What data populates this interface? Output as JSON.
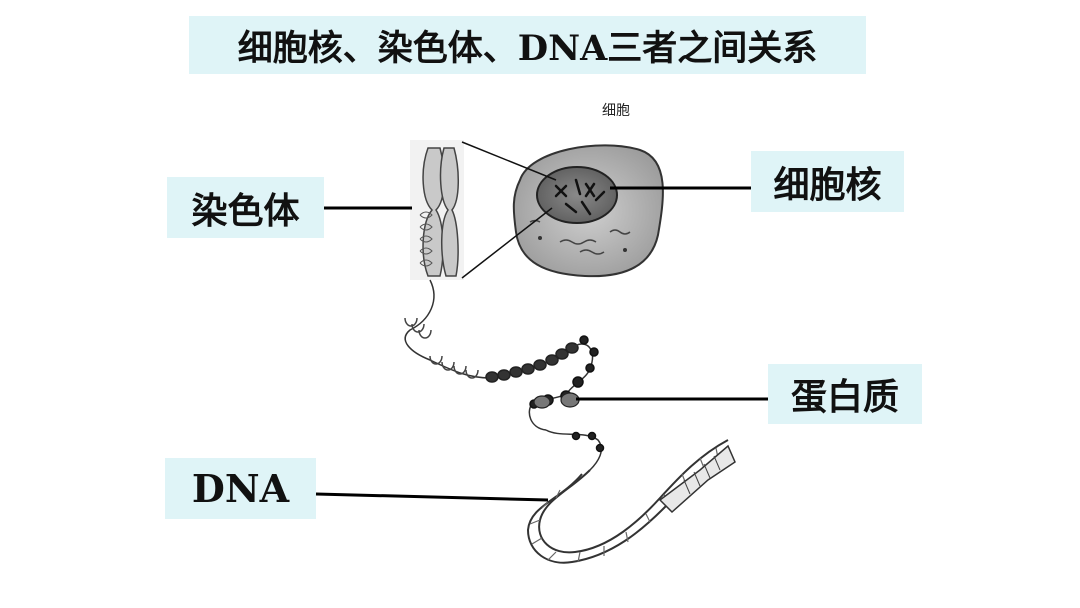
{
  "title": "细胞核、染色体、DNA三者之间关系",
  "labels": {
    "cell": "细胞",
    "chromosome": "染色体",
    "nucleus": "细胞核",
    "protein": "蛋白质",
    "dna": "DNA"
  },
  "colors": {
    "label_bg": "#dff4f7",
    "text": "#111111",
    "line": "#000000"
  }
}
